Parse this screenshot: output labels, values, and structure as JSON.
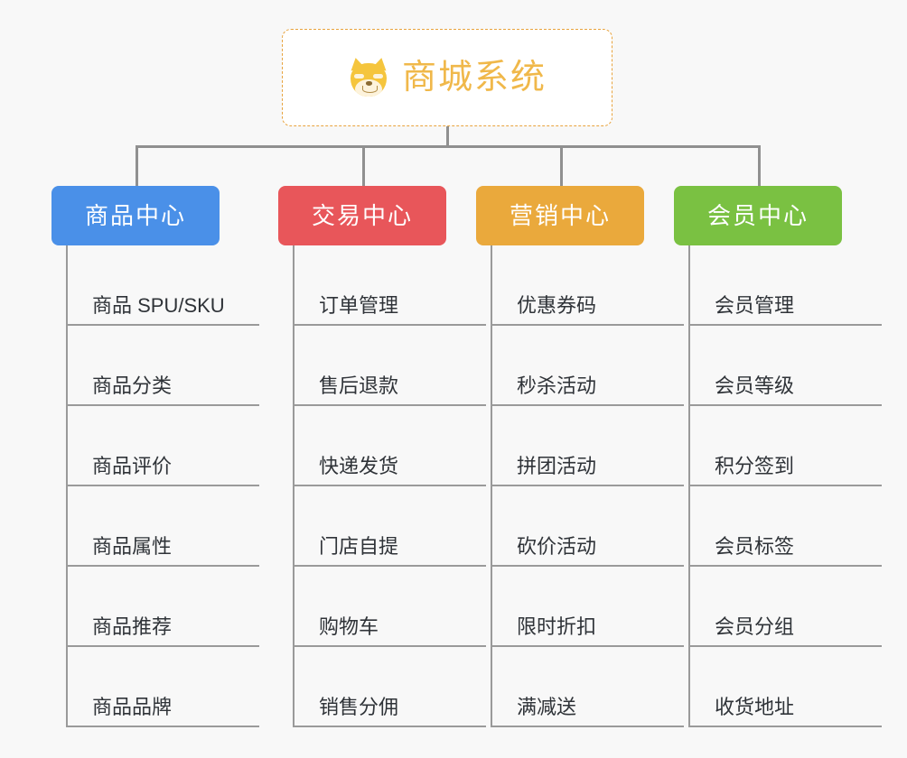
{
  "root": {
    "title": "商城系统",
    "icon": "shiba-inu-face-icon",
    "border_color": "#e8a33d",
    "text_color": "#f0b84a",
    "background": "#ffffff"
  },
  "canvas": {
    "background": "#f8f8f8",
    "connector_color": "#909090",
    "leaf_line_color": "#9a9a9a",
    "leaf_text_color": "#2f3338"
  },
  "columns": [
    {
      "id": "product-center",
      "label": "商品中心",
      "color": "#4a90e8",
      "items": [
        {
          "label": "商品 SPU/SKU"
        },
        {
          "label": "商品分类"
        },
        {
          "label": "商品评价"
        },
        {
          "label": "商品属性"
        },
        {
          "label": "商品推荐"
        },
        {
          "label": "商品品牌"
        }
      ]
    },
    {
      "id": "trade-center",
      "label": "交易中心",
      "color": "#e8565a",
      "items": [
        {
          "label": "订单管理"
        },
        {
          "label": "售后退款"
        },
        {
          "label": "快递发货"
        },
        {
          "label": "门店自提"
        },
        {
          "label": "购物车"
        },
        {
          "label": "销售分佣"
        }
      ]
    },
    {
      "id": "marketing-center",
      "label": "营销中心",
      "color": "#eaa93c",
      "items": [
        {
          "label": "优惠券码"
        },
        {
          "label": "秒杀活动"
        },
        {
          "label": "拼团活动"
        },
        {
          "label": "砍价活动"
        },
        {
          "label": "限时折扣"
        },
        {
          "label": "满减送"
        }
      ]
    },
    {
      "id": "member-center",
      "label": "会员中心",
      "color": "#77c councils"
    }
  ]
}
